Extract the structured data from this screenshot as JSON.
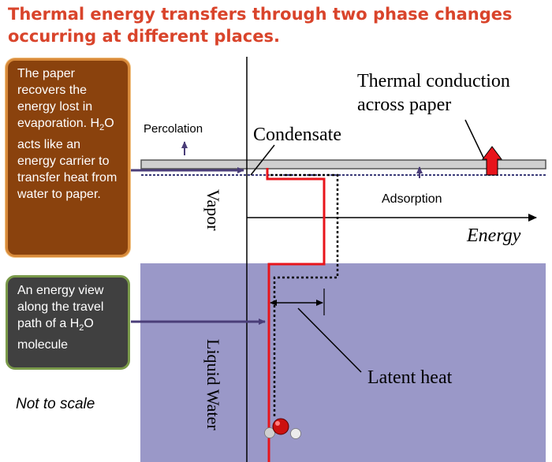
{
  "title": "Thermal energy transfers through two phase changes occurring at different places.",
  "callouts": {
    "paper": {
      "before": "The paper recovers the energy lost in evaporation. H",
      "sub": "2",
      "after": "O acts like an energy carrier to transfer heat from water to paper."
    },
    "energy_view": {
      "before": "An energy view along the travel path of a H",
      "sub": "2",
      "after": "O molecule"
    }
  },
  "labels": {
    "thermal_conduction_1": "Thermal conduction",
    "thermal_conduction_2": "across paper",
    "percolation": "Percolation",
    "condensate": "Condensate",
    "adsorption": "Adsorption",
    "energy_axis": "Energy",
    "vapor": "Vapor",
    "liquid_water": "Liquid Water",
    "latent_heat": "Latent heat",
    "not_to_scale": "Not to scale"
  },
  "colors": {
    "title": "#d9442b",
    "water": "#9a98c8",
    "paper": "#cfcfcf",
    "energy_path": "#e8141b",
    "arrow_up": "#e8141b",
    "callout_brown": "#8a420d",
    "callout_dark": "#404040",
    "pointer_arrow": "#5a4a82"
  }
}
